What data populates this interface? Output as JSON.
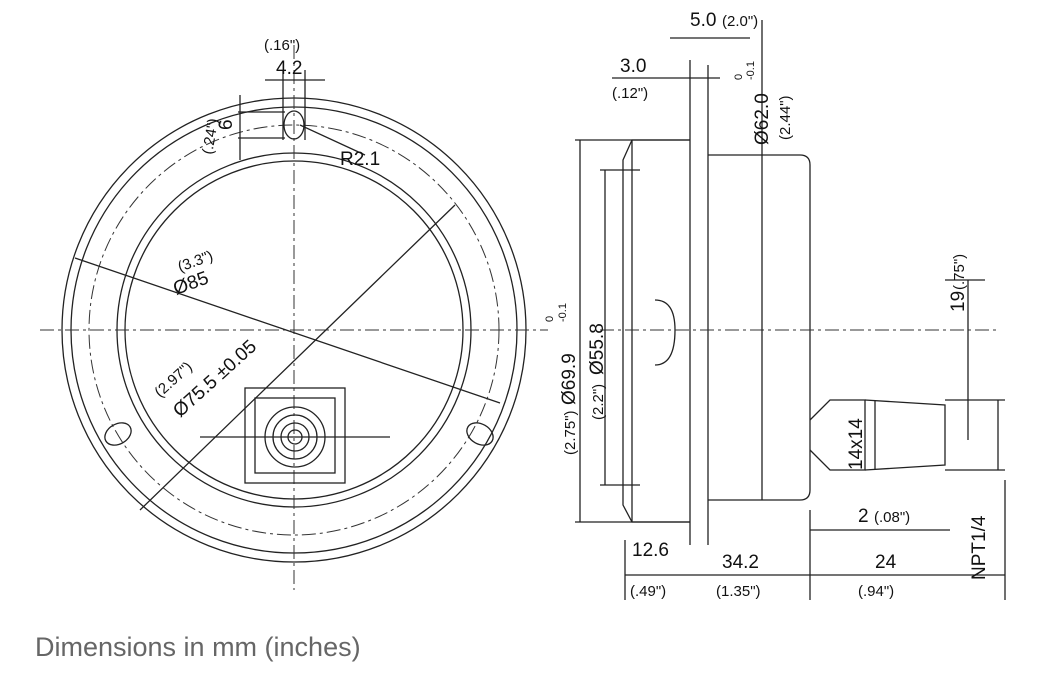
{
  "front_view": {
    "hole_width_in": "(.16\")",
    "hole_width": "4.2",
    "hole_height": "6",
    "hole_height_in": "(.24\")",
    "hole_radius": "R2.1",
    "outer_dia_in": "(3.3\")",
    "outer_dia": "Ø85",
    "bolt_circle_in": "(2.97\")",
    "bolt_circle": "Ø75.5 ±0.05"
  },
  "side_view": {
    "flange_total": "5.0",
    "flange_total_in": "(2.0\")",
    "flange_thk": "3.0",
    "flange_thk_in": "(.12\")",
    "case_dia": "Ø62.0",
    "case_tol_upper": "0",
    "case_tol_lower": "-0.1",
    "case_dia_in": "(2.44\")",
    "bezel_dia_in": "(2.75\")",
    "bezel_dia": "Ø69.9",
    "bezel_tol_upper": "0",
    "bezel_tol_lower": "-0.1",
    "window_dia_in": "(2.2\")",
    "window_dia": "Ø55.8",
    "offset": "19",
    "offset_in": "(.75\")",
    "hex": "14x14",
    "gap": "2",
    "gap_in": "(.08\")",
    "front_depth": "12.6",
    "front_depth_in": "(.49\")",
    "case_depth": "34.2",
    "case_depth_in": "(1.35\")",
    "stem_length": "24",
    "stem_length_in": "(.94\")",
    "thread": "NPT1/4"
  },
  "caption": "Dimensions in mm (inches)"
}
